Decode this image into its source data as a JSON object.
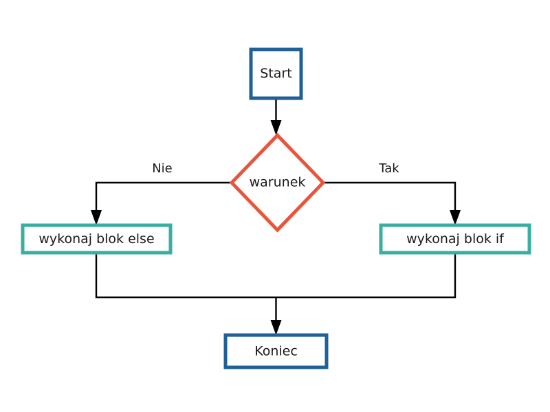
{
  "diagram": {
    "type": "flowchart",
    "language": "pl",
    "background": "#ffffff",
    "colors": {
      "terminator_border": "#1f6096",
      "decision_border": "#e8553c",
      "process_border": "#3aafa0",
      "connector": "#000000",
      "text": "#1a1a1a",
      "node_fill": "#ffffff"
    },
    "nodes": [
      {
        "id": "start",
        "label": "Start",
        "shape": "rectangle",
        "role": "terminator",
        "border_color": "#1f6096"
      },
      {
        "id": "warunek",
        "label": "warunek",
        "shape": "diamond",
        "role": "decision",
        "border_color": "#e8553c"
      },
      {
        "id": "blok-else",
        "label": "wykonaj blok else",
        "shape": "rectangle",
        "role": "process",
        "border_color": "#3aafa0"
      },
      {
        "id": "blok-if",
        "label": "wykonaj blok if",
        "shape": "rectangle",
        "role": "process",
        "border_color": "#3aafa0"
      },
      {
        "id": "koniec",
        "label": "Koniec",
        "shape": "rectangle",
        "role": "terminator",
        "border_color": "#1f6096"
      }
    ],
    "edges": [
      {
        "id": "e1",
        "from": "start",
        "to": "warunek",
        "label": ""
      },
      {
        "id": "e2",
        "from": "warunek",
        "to": "blok-else",
        "label": "Nie"
      },
      {
        "id": "e3",
        "from": "warunek",
        "to": "blok-if",
        "label": "Tak"
      },
      {
        "id": "e4",
        "from": "blok-else",
        "to": "koniec",
        "label": ""
      },
      {
        "id": "e5",
        "from": "blok-if",
        "to": "koniec",
        "label": ""
      }
    ],
    "edge_labels": {
      "no": "Nie",
      "yes": "Tak"
    }
  }
}
